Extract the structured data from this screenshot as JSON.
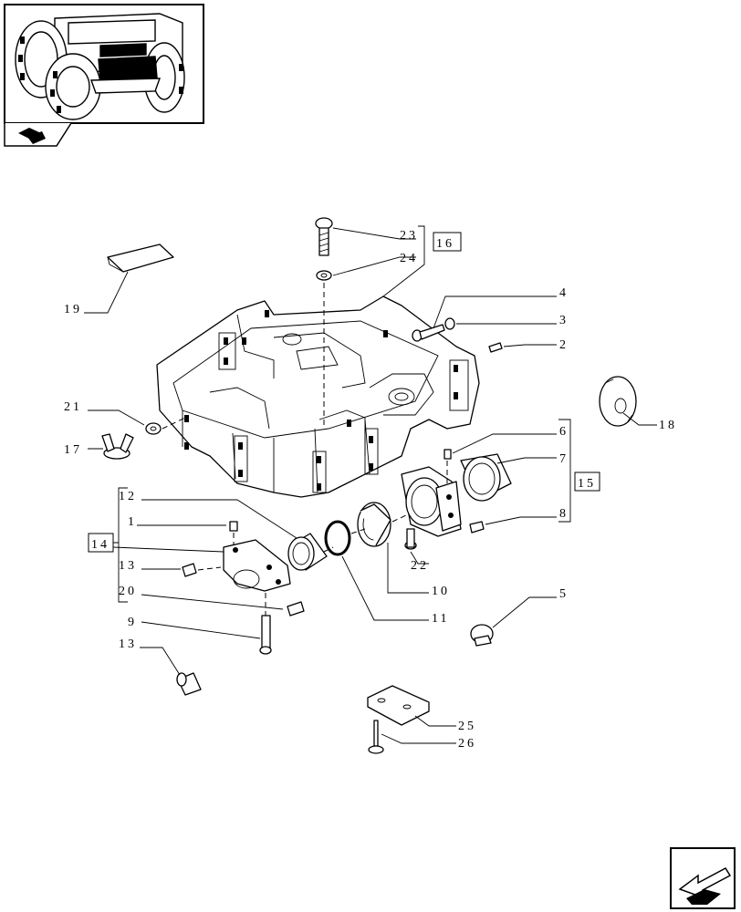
{
  "callouts": {
    "c1": "1",
    "c2": "2",
    "c3": "3",
    "c4": "4",
    "c5": "5",
    "c6": "6",
    "c7": "7",
    "c8": "8",
    "c9": "9",
    "c10": "10",
    "c11": "11",
    "c12": "12",
    "c13a": "13",
    "c13b": "13",
    "c14": "14",
    "c15": "15",
    "c16": "16",
    "c17": "17",
    "c18": "18",
    "c19": "19",
    "c20": "20",
    "c21": "21",
    "c22": "22",
    "c23": "23",
    "c24": "24",
    "c25": "25",
    "c26": "26"
  },
  "icons": {
    "thumbnail": "tractor-front-axle-location-thumbnail",
    "section": "book-arrow-icon",
    "navigation": "next-page-arrow-icon"
  }
}
